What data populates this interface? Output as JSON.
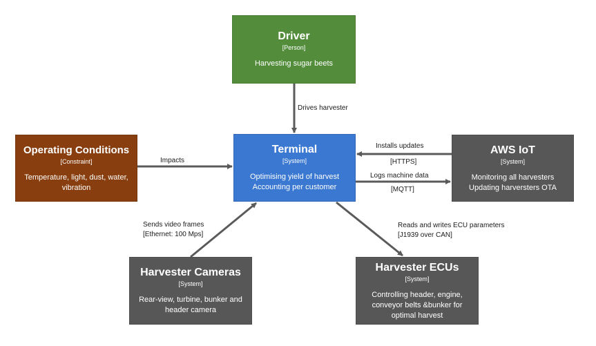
{
  "nodes": {
    "driver": {
      "title": "Driver",
      "kind": "[Person]",
      "desc": [
        "Harvesting sugar beets"
      ],
      "color": "#538d3b"
    },
    "terminal": {
      "title": "Terminal",
      "kind": "[System]",
      "desc": [
        "Optimising yield of harvest",
        "Accounting per customer"
      ],
      "color": "#3b78d2"
    },
    "operating_conditions": {
      "title": "Operating Conditions",
      "kind": "[Constraint]",
      "desc": [
        "Temperature, light, dust, water,",
        "vibration"
      ],
      "color": "#883e0e"
    },
    "aws_iot": {
      "title": "AWS IoT",
      "kind": "[System]",
      "desc": [
        "Monitoring all harvesters",
        "Updating harversters OTA"
      ],
      "color": "#575757"
    },
    "harvester_cameras": {
      "title": "Harvester Cameras",
      "kind": "[System]",
      "desc": [
        "Rear-view, turbine, bunker and",
        "header camera"
      ],
      "color": "#575757"
    },
    "harvester_ecus": {
      "title": "Harvester ECUs",
      "kind": "[System]",
      "desc": [
        "Controlling header, engine,",
        "conveyor belts &bunker for",
        "optimal harvest"
      ],
      "color": "#575757"
    }
  },
  "edges": {
    "driver_terminal": {
      "label": "Drives harvester",
      "protocol": ""
    },
    "opcond_terminal": {
      "label": "Impacts",
      "protocol": ""
    },
    "aws_terminal": {
      "label": "Installs updates",
      "protocol": "[HTTPS]"
    },
    "terminal_aws": {
      "label": "Logs machine data",
      "protocol": "[MQTT]"
    },
    "cameras_terminal": {
      "label": "Sends video frames",
      "protocol": "[Ethernet: 100 Mps]"
    },
    "terminal_ecus": {
      "label": "Reads and writes ECU parameters",
      "protocol": "[J1939 over CAN]"
    }
  },
  "edge_color": "#5a5a5a"
}
